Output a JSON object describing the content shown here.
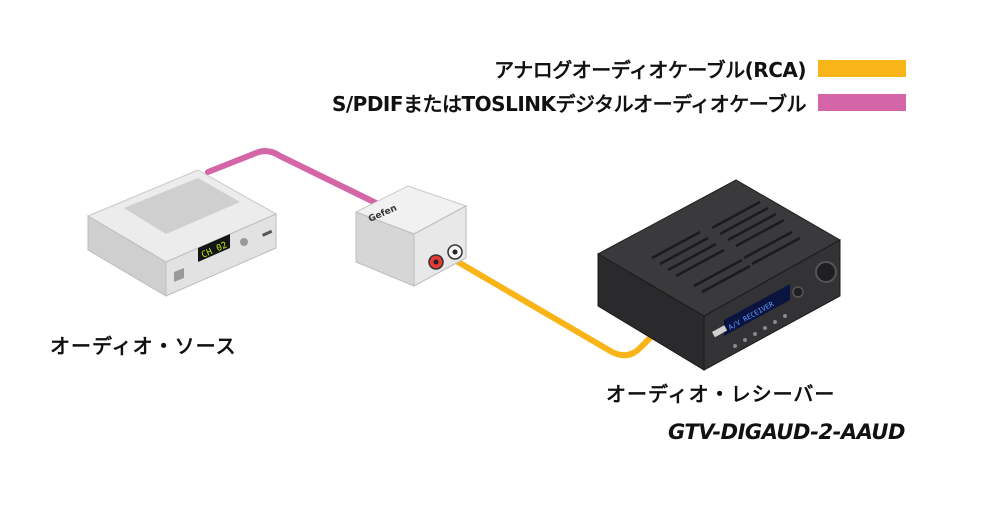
{
  "legend": {
    "analog": {
      "label": "アナログオーディオケーブル(RCA)",
      "color": "#f9b418"
    },
    "digital": {
      "label": "S/PDIFまたはTOSLINKデジタルオーディオケーブル",
      "color": "#d466a8"
    }
  },
  "devices": {
    "source": {
      "label": "オーディオ・ソース",
      "display": "CH 02"
    },
    "converter": {
      "brand": "Gefen"
    },
    "receiver": {
      "label": "オーディオ・レシーバー",
      "display": "A/V RECEIVER"
    }
  },
  "model": "GTV-DIGAUD-2-AAUD",
  "colors": {
    "device_light": "#dcdcdc",
    "device_dark": "#2c2c2e",
    "display_green": "#b8f000",
    "display_blue": "#3b6cff"
  }
}
